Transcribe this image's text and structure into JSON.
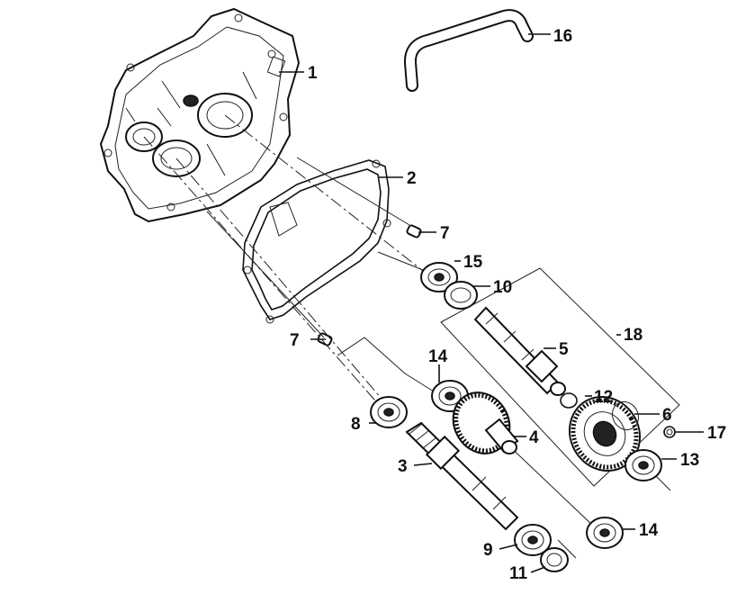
{
  "diagram": {
    "type": "exploded-parts-diagram",
    "callouts": {
      "c1": "1",
      "c2": "2",
      "c3": "3",
      "c4": "4",
      "c5": "5",
      "c6": "6",
      "c7a": "7",
      "c7b": "7",
      "c8": "8",
      "c9": "9",
      "c10": "10",
      "c11": "11",
      "c12": "12",
      "c13": "13",
      "c14a": "14",
      "c14b": "14",
      "c15": "15",
      "c16": "16",
      "c17": "17",
      "c18": "18"
    }
  }
}
